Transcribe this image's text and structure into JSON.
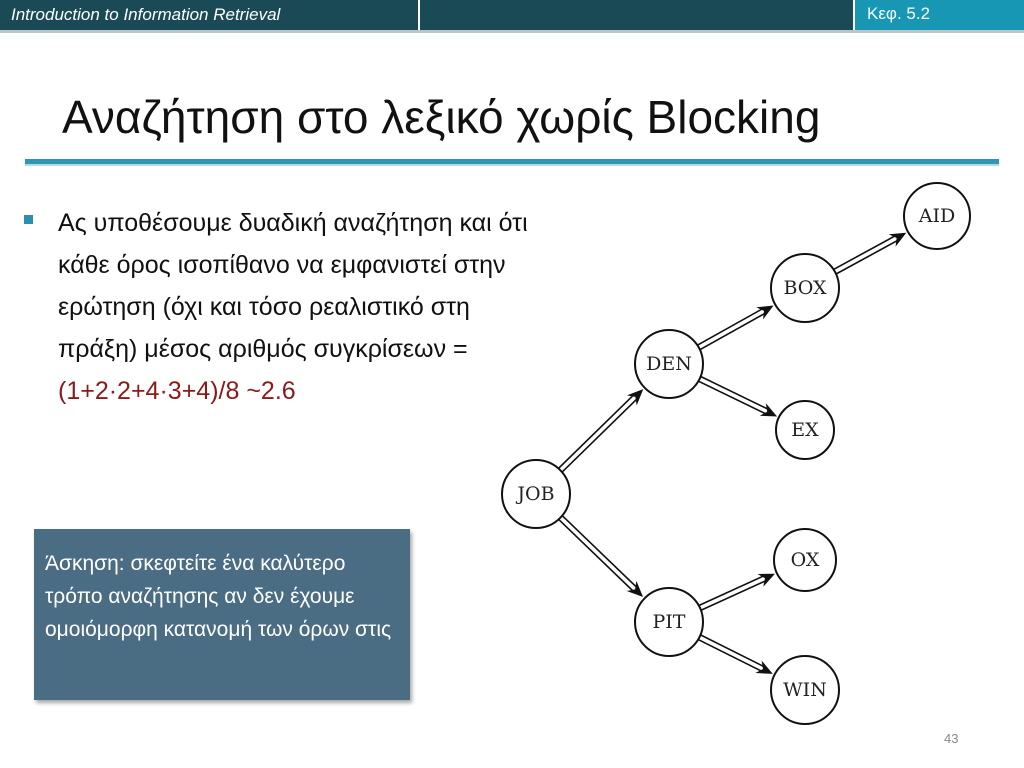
{
  "header": {
    "course_title": "Introduction to Information Retrieval",
    "chapter": "Κεφ. 5.2"
  },
  "slide": {
    "title": "Αναζήτηση στο λεξικό χωρίς Blocking",
    "bullet_text": "Ας υποθέσουμε δυαδική αναζήτηση και ότι κάθε όρος ισοπίθανο να εμφανιστεί στην ερώτηση (όχι και τόσο ρεαλιστικό στη πράξη) μέσος αριθμός συγκρίσεων = ",
    "bullet_formula": "(1+2·2+4·3+4)/8 ~2.6",
    "exercise": "Άσκηση: σκεφτείτε ένα καλύτερο τρόπο αναζήτησης αν δεν έχουμε ομοιόμορφη κατανομή των όρων στις",
    "page_number": "43"
  },
  "tree": {
    "nodes": [
      {
        "id": "JOB",
        "label": "JOB"
      },
      {
        "id": "DEN",
        "label": "DEN"
      },
      {
        "id": "PIT",
        "label": "PIT"
      },
      {
        "id": "BOX",
        "label": "BOX"
      },
      {
        "id": "EX",
        "label": "EX"
      },
      {
        "id": "OX",
        "label": "OX"
      },
      {
        "id": "WIN",
        "label": "WIN"
      },
      {
        "id": "AID",
        "label": "AID"
      }
    ],
    "edges": [
      [
        "JOB",
        "DEN"
      ],
      [
        "JOB",
        "PIT"
      ],
      [
        "DEN",
        "BOX"
      ],
      [
        "DEN",
        "EX"
      ],
      [
        "PIT",
        "OX"
      ],
      [
        "PIT",
        "WIN"
      ],
      [
        "BOX",
        "AID"
      ]
    ]
  },
  "colors": {
    "header_dark": "#1b4a57",
    "header_accent": "#1797b3",
    "title_rule": "#2c98b4",
    "formula": "#8b1a1a",
    "exercise_box": "#4a6d84"
  }
}
